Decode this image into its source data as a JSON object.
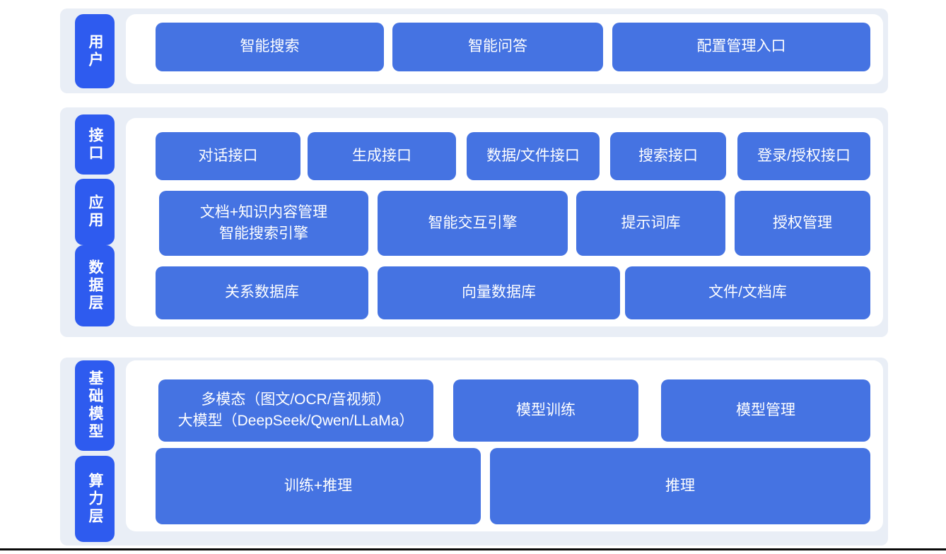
{
  "colors": {
    "layer_label_blue": "#2e5bef",
    "box_blue": "#4573e2",
    "band_background": "#e9eef6",
    "panel_background": "#ffffff",
    "text_color": "#ffffff",
    "bottom_line": "#0a0a0a"
  },
  "layers": [
    {
      "id": "user",
      "labels": [
        "用户"
      ],
      "rows": [
        {
          "buttons": [
            "智能搜索",
            "智能问答",
            "配置管理入口"
          ]
        }
      ]
    },
    {
      "id": "middle",
      "labels": [
        "接口",
        "应用",
        "数据层"
      ],
      "rows": [
        {
          "buttons": [
            "对话接口",
            "生成接口",
            "数据/文件接口",
            "搜索接口",
            "登录/授权接口"
          ]
        },
        {
          "buttons": [
            "文档+知识内容管理\n智能搜索引擎",
            "智能交互引擎",
            "提示词库",
            "授权管理"
          ]
        },
        {
          "buttons": [
            "关系数据库",
            "向量数据库",
            "文件/文档库"
          ]
        }
      ]
    },
    {
      "id": "foundation",
      "labels": [
        "基础模型",
        "算力层"
      ],
      "rows": [
        {
          "buttons": [
            "多模态（图文/OCR/音视频）\n大模型（DeepSeek/Qwen/LLaMa）",
            "模型训练",
            "模型管理"
          ]
        },
        {
          "buttons": [
            "训练+推理",
            "推理"
          ]
        }
      ]
    }
  ]
}
